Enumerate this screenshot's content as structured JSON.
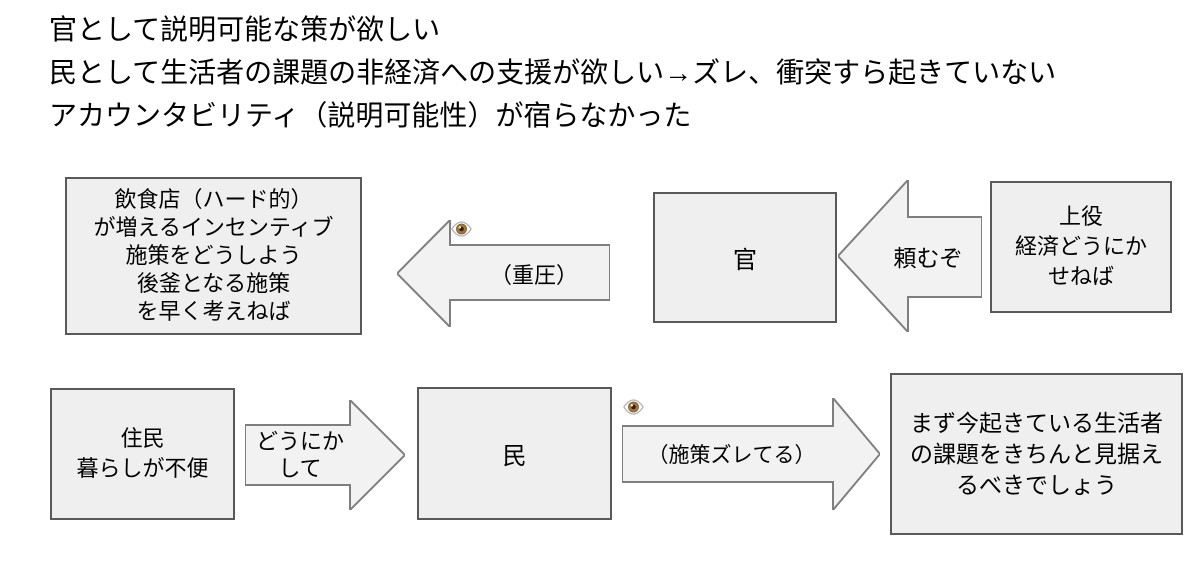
{
  "heading": {
    "lines": [
      "官として説明可能な策が欲しい",
      "民として生活者の課題の非経済への支援が欲しい→ズレ、衝突すら起きていない",
      "アカウンタビリティ（説明可能性）が宿らなかった"
    ]
  },
  "colors": {
    "box_fill": "#efefef",
    "box_border": "#595959",
    "arrow_fill": "#f2f2f2",
    "arrow_border": "#7f7f7f",
    "text": "#000000"
  },
  "diagram": {
    "boxes": [
      {
        "id": "incentive",
        "lines": [
          "飲食店（ハード的）",
          "が増えるインセンティブ",
          "施策をどうしよう",
          "後釜となる施策",
          "を早く考えねば"
        ]
      },
      {
        "id": "government",
        "lines": [
          "官"
        ]
      },
      {
        "id": "boss",
        "lines": [
          "上役",
          "経済どうにか",
          "せねば"
        ]
      },
      {
        "id": "residents",
        "lines": [
          "住民",
          "暮らしが不便"
        ]
      },
      {
        "id": "people",
        "lines": [
          "民"
        ]
      },
      {
        "id": "conclusion",
        "lines": [
          "まず今起きている生活者",
          "の課題をきちんと見据え",
          "るべきでしょう"
        ]
      }
    ],
    "arrows": [
      {
        "id": "pressure",
        "direction": "left",
        "icon": "eye-icon",
        "label": "（重圧）"
      },
      {
        "id": "request",
        "direction": "left",
        "label": "頼むぞ"
      },
      {
        "id": "plea",
        "direction": "right",
        "lines": [
          "どうにか",
          "して"
        ]
      },
      {
        "id": "mismatch",
        "direction": "right",
        "icon": "eye-icon",
        "label": "（施策ズレてる）"
      }
    ]
  }
}
